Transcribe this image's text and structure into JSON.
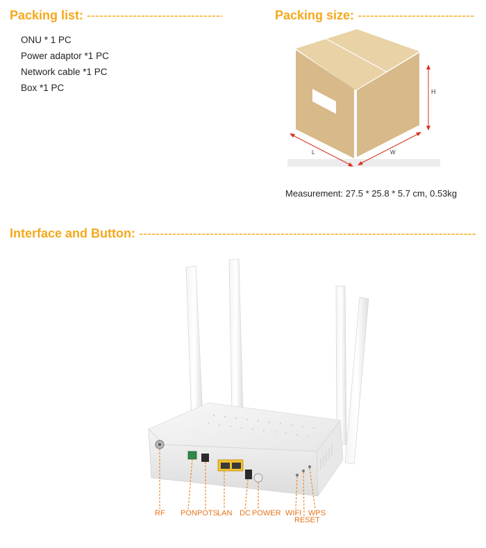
{
  "packing_list": {
    "title": "Packing list:",
    "dashes": "-------------------------------------",
    "items": [
      "ONU * 1 PC",
      "Power adaptor *1 PC",
      "Network cable *1 PC",
      "Box *1 PC"
    ]
  },
  "packing_size": {
    "title": "Packing size:",
    "dashes": "---------------------------------",
    "dim_labels": {
      "h": "H",
      "l": "L",
      "w": "W"
    },
    "measurement": "Measurement: 27.5 * 25.8 * 5.7 cm, 0.53kg"
  },
  "interface": {
    "title": "Interface and Button:",
    "dashes": "------------------------------------------------------------------------------------------------------------",
    "labels": [
      "RF",
      "PON",
      "POTS",
      "LAN",
      "DC",
      "POWER",
      "WIFI",
      "RESET",
      "WPS"
    ]
  },
  "colors": {
    "accent": "#f4a81c",
    "box": "#d7b98a",
    "label": "#e8731a",
    "arrow": "#d9321f"
  }
}
